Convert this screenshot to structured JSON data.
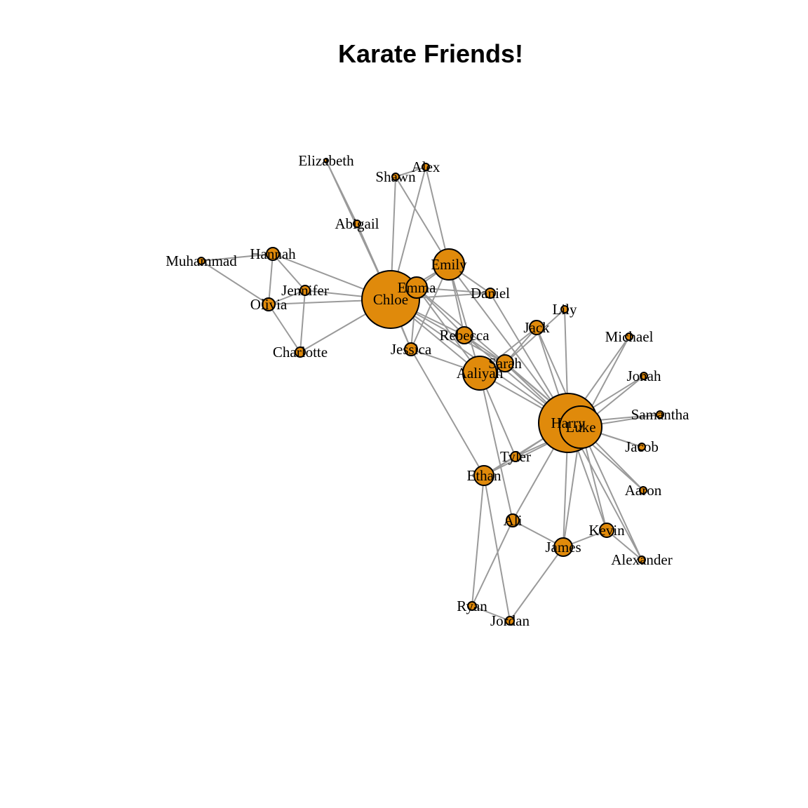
{
  "title": "Karate Friends!",
  "colors": {
    "node_fill": "#e08a0b",
    "node_stroke": "#000000",
    "edge": "#9a9a9a",
    "background": "#ffffff"
  },
  "nodes": [
    {
      "id": "Harry",
      "label": "Harry"
    },
    {
      "id": "Luke",
      "label": "Luke"
    },
    {
      "id": "Chloe",
      "label": "Chloe"
    },
    {
      "id": "Aaliyah",
      "label": "Aaliyah"
    },
    {
      "id": "Emily",
      "label": "Emily"
    },
    {
      "id": "Emma",
      "label": "Emma"
    },
    {
      "id": "Sarah",
      "label": "Sarah"
    },
    {
      "id": "Rebecca",
      "label": "Rebecca"
    },
    {
      "id": "Ethan",
      "label": "Ethan"
    },
    {
      "id": "James",
      "label": "James"
    },
    {
      "id": "Kevin",
      "label": "Kevin"
    },
    {
      "id": "Jack",
      "label": "Jack"
    },
    {
      "id": "Jessica",
      "label": "Jessica"
    },
    {
      "id": "Hannah",
      "label": "Hannah"
    },
    {
      "id": "Ali",
      "label": "Ali"
    },
    {
      "id": "Olivia",
      "label": "Olivia"
    },
    {
      "id": "Daniel",
      "label": "Daniel"
    },
    {
      "id": "Tyler",
      "label": "Tyler"
    },
    {
      "id": "Charlotte",
      "label": "Charlotte"
    },
    {
      "id": "Jennifer",
      "label": "Jennifer"
    },
    {
      "id": "Ryan",
      "label": "Ryan"
    },
    {
      "id": "Jordan",
      "label": "Jordan"
    },
    {
      "id": "Abigail",
      "label": "Abigail"
    },
    {
      "id": "Shawn",
      "label": "Shawn"
    },
    {
      "id": "Alex",
      "label": "Alex"
    },
    {
      "id": "Muhammad",
      "label": "Muhammad"
    },
    {
      "id": "Lily",
      "label": "Lily"
    },
    {
      "id": "Michael",
      "label": "Michael"
    },
    {
      "id": "Jonah",
      "label": "Jonah"
    },
    {
      "id": "Samantha",
      "label": "Samantha"
    },
    {
      "id": "Jacob",
      "label": "Jacob"
    },
    {
      "id": "Aaron",
      "label": "Aaron"
    },
    {
      "id": "Alexander",
      "label": "Alexander"
    },
    {
      "id": "Elizabeth",
      "label": "Elizabeth"
    }
  ],
  "edges": [
    [
      "Harry",
      "Luke"
    ],
    [
      "Harry",
      "Aaliyah"
    ],
    [
      "Harry",
      "Sarah"
    ],
    [
      "Harry",
      "Rebecca"
    ],
    [
      "Harry",
      "Jack"
    ],
    [
      "Harry",
      "Lily"
    ],
    [
      "Harry",
      "Michael"
    ],
    [
      "Harry",
      "Jonah"
    ],
    [
      "Harry",
      "Samantha"
    ],
    [
      "Harry",
      "Jacob"
    ],
    [
      "Harry",
      "Aaron"
    ],
    [
      "Harry",
      "Kevin"
    ],
    [
      "Harry",
      "James"
    ],
    [
      "Harry",
      "Ali"
    ],
    [
      "Harry",
      "Tyler"
    ],
    [
      "Harry",
      "Ethan"
    ],
    [
      "Harry",
      "Daniel"
    ],
    [
      "Harry",
      "Emily"
    ],
    [
      "Harry",
      "Chloe"
    ],
    [
      "Harry",
      "Alexander"
    ],
    [
      "Luke",
      "Michael"
    ],
    [
      "Luke",
      "Jonah"
    ],
    [
      "Luke",
      "Samantha"
    ],
    [
      "Luke",
      "Jacob"
    ],
    [
      "Luke",
      "Aaron"
    ],
    [
      "Luke",
      "Kevin"
    ],
    [
      "Luke",
      "Alexander"
    ],
    [
      "Luke",
      "Jack"
    ],
    [
      "Luke",
      "Tyler"
    ],
    [
      "Luke",
      "Ethan"
    ],
    [
      "Luke",
      "James"
    ],
    [
      "Luke",
      "Sarah"
    ],
    [
      "Luke",
      "Emma"
    ],
    [
      "Chloe",
      "Emma"
    ],
    [
      "Chloe",
      "Emily"
    ],
    [
      "Chloe",
      "Jessica"
    ],
    [
      "Chloe",
      "Rebecca"
    ],
    [
      "Chloe",
      "Aaliyah"
    ],
    [
      "Chloe",
      "Sarah"
    ],
    [
      "Chloe",
      "Shawn"
    ],
    [
      "Chloe",
      "Alex"
    ],
    [
      "Chloe",
      "Abigail"
    ],
    [
      "Chloe",
      "Elizabeth"
    ],
    [
      "Chloe",
      "Hannah"
    ],
    [
      "Chloe",
      "Jennifer"
    ],
    [
      "Chloe",
      "Olivia"
    ],
    [
      "Chloe",
      "Charlotte"
    ],
    [
      "Chloe",
      "Daniel"
    ],
    [
      "Emma",
      "Emily"
    ],
    [
      "Emma",
      "Jessica"
    ],
    [
      "Emma",
      "Aaliyah"
    ],
    [
      "Emma",
      "Rebecca"
    ],
    [
      "Emma",
      "Daniel"
    ],
    [
      "Emily",
      "Shawn"
    ],
    [
      "Emily",
      "Alex"
    ],
    [
      "Emily",
      "Daniel"
    ],
    [
      "Emily",
      "Rebecca"
    ],
    [
      "Emily",
      "Aaliyah"
    ],
    [
      "Emily",
      "Jessica"
    ],
    [
      "Aaliyah",
      "Jessica"
    ],
    [
      "Aaliyah",
      "Tyler"
    ],
    [
      "Aaliyah",
      "Ali"
    ],
    [
      "Aaliyah",
      "Sarah"
    ],
    [
      "Aaliyah",
      "Jack"
    ],
    [
      "Sarah",
      "Jack"
    ],
    [
      "Sarah",
      "Lily"
    ],
    [
      "Sarah",
      "Rebecca"
    ],
    [
      "Jessica",
      "Ethan"
    ],
    [
      "Jessica",
      "Abigail"
    ],
    [
      "Ethan",
      "Ryan"
    ],
    [
      "Ethan",
      "Jordan"
    ],
    [
      "Ethan",
      "Tyler"
    ],
    [
      "Ali",
      "Ryan"
    ],
    [
      "Ali",
      "James"
    ],
    [
      "James",
      "Jordan"
    ],
    [
      "James",
      "Kevin"
    ],
    [
      "Ryan",
      "Jordan"
    ],
    [
      "Hannah",
      "Muhammad"
    ],
    [
      "Hannah",
      "Olivia"
    ],
    [
      "Hannah",
      "Jennifer"
    ],
    [
      "Olivia",
      "Muhammad"
    ],
    [
      "Olivia",
      "Charlotte"
    ],
    [
      "Jennifer",
      "Charlotte"
    ],
    [
      "Olivia",
      "Jennifer"
    ],
    [
      "Abigail",
      "Elizabeth"
    ],
    [
      "Alex",
      "Shawn"
    ],
    [
      "Kevin",
      "Alexander"
    ]
  ]
}
